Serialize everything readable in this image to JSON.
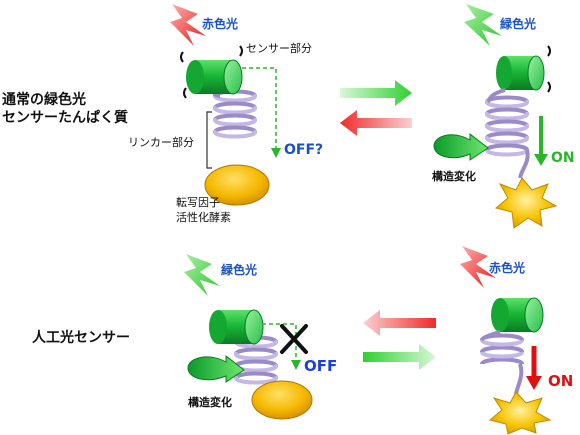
{
  "labels": {
    "normal_protein_line1": "通常の緑色光",
    "normal_protein_line2": "センサーたんぱく質",
    "artificial_sensor": "人工光センサー",
    "sensor_part": "センサー部分",
    "linker_part": "リンカー部分",
    "tf_line1": "転写因子",
    "tf_line2": "活性化酵素",
    "conformational_change": "構造変化",
    "red_light": "赤色光",
    "green_light": "緑色光",
    "off_question": "OFF?",
    "off": "OFF",
    "on": "ON"
  },
  "colors": {
    "green_light_bolt": "#4cd43c",
    "red_light_bolt": "#f03030",
    "sensor_cylinder": "#16b436",
    "helix": "#9a8ac8",
    "transcription_factor": "#f2b400",
    "active_star": "#f2c200",
    "text_blue": "#1a52c4",
    "on_green": "#2bb52b",
    "on_red": "#e01010",
    "green_arrow": "#3fd43f",
    "red_arrow": "#f03a3a",
    "off_blue": "#1a3ee0"
  },
  "icons": [
    "lightning-bolt-icon",
    "cross-icon",
    "curved-arrow-icon",
    "equilibrium-arrows-icon"
  ]
}
